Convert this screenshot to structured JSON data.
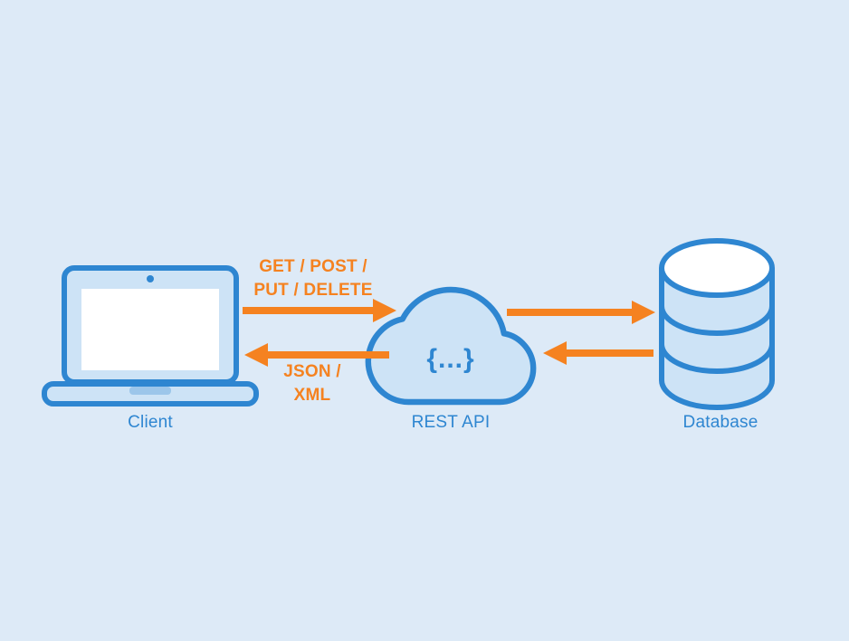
{
  "palette": {
    "background": "#ddeaf7",
    "stroke_blue": "#2e86d1",
    "fill_light_blue": "#cde3f6",
    "fill_white": "#ffffff",
    "arrow_orange": "#f58220",
    "label_blue": "#2e86d1"
  },
  "nodes": {
    "client": {
      "label": "Client"
    },
    "api": {
      "label": "REST API",
      "glyph": "{...}"
    },
    "database": {
      "label": "Database"
    }
  },
  "arrows": {
    "request": {
      "from": "client",
      "to": "api",
      "direction": "right",
      "label_line1": "GET / POST /",
      "label_line2": "PUT / DELETE"
    },
    "response": {
      "from": "api",
      "to": "client",
      "direction": "left",
      "label_line1": "JSON /",
      "label_line2": "XML"
    },
    "api_to_db": {
      "from": "api",
      "to": "database",
      "direction": "right"
    },
    "db_to_api": {
      "from": "database",
      "to": "api",
      "direction": "left"
    }
  }
}
